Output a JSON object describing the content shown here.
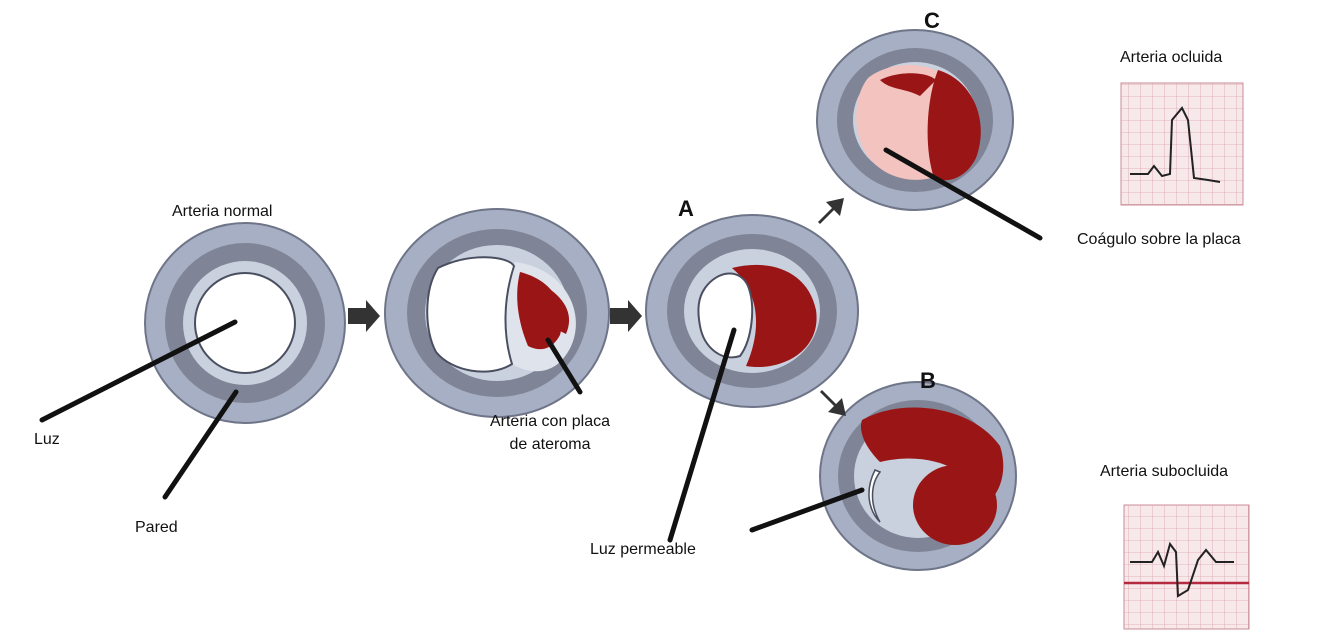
{
  "labels": {
    "normal": "Arteria normal",
    "luz": "Luz",
    "pared": "Pared",
    "plaque_line1": "Arteria con placa",
    "plaque_line2": "de ateroma",
    "luz_permeable": "Luz permeable",
    "letter_a": "A",
    "letter_b": "B",
    "letter_c": "C",
    "ocluida": "Arteria ocluida",
    "coagulo": "Coágulo sobre la placa",
    "subocluida": "Arteria subocluida"
  },
  "colors": {
    "outer_ring": "#a6afc3",
    "media_ring": "#7f8597",
    "inner_ring": "#c9d0de",
    "lumen": "#ffffff",
    "plaque": "#9a1616",
    "clot": "#f3c3c0",
    "ecg_bg": "#f7e8ea",
    "ecg_grid": "#d9a4ad",
    "ecg_trace": "#222222"
  }
}
